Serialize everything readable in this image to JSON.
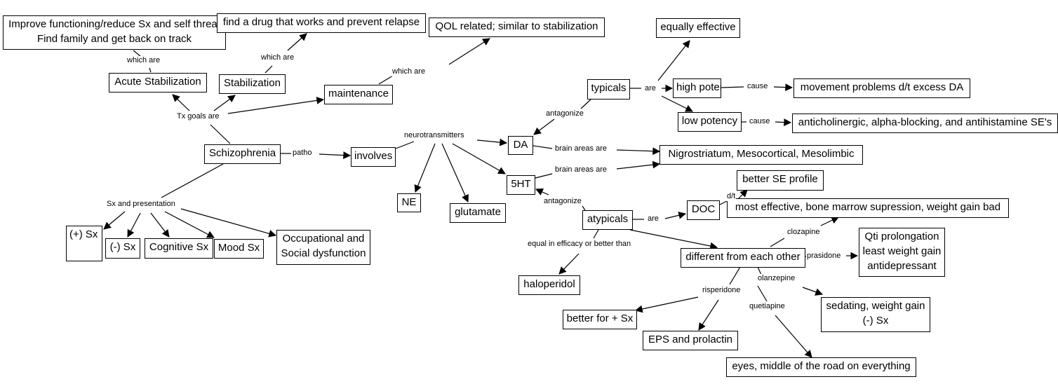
{
  "nodes": {
    "goals_acute": [
      "Improve functioning/reduce Sx and self threat",
      "Find family and get back on track"
    ],
    "goal_stab": "find a drug that works and prevent relapse",
    "goal_maint": "QOL related; similar to stabilization",
    "acute": "Acute Stabilization",
    "stabilization": "Stabilization",
    "maintenance": "maintenance",
    "schizophrenia": "Schizophrenia",
    "involves": "involves",
    "ne": "NE",
    "glutamate": "glutamate",
    "da": "DA",
    "ht": "5HT",
    "typicals": "typicals",
    "equally": "equally effective",
    "high": "high potency",
    "low": "low potency",
    "movement": "movement problems d/t excess DA",
    "anticholinergic": "anticholinergic, alpha-blocking, and antihistamine SE's",
    "nigro": "Nigrostriatum, Mesocortical, Mesolimbic",
    "better_se": "better SE profile",
    "doc": "DOC",
    "most_eff": "most effective, bone marrow supression, weight gain bad",
    "atypicals": "atypicals",
    "haloperidol": "haloperidol",
    "different": "different from each other",
    "qti": [
      "Qti prolongation",
      "least weight gain",
      "antidepressant"
    ],
    "sedating": [
      "sedating, weight gain",
      "(-) Sx"
    ],
    "better_pos": "better for + Sx",
    "eps": "EPS and prolactin",
    "eyes": "eyes, middle of the road on everything",
    "pos": "(+) Sx",
    "neg": "(-) Sx",
    "cog": "Cognitive Sx",
    "mood": "Mood Sx",
    "occ": [
      "Occupational and",
      "Social dysfunction"
    ]
  },
  "links": {
    "which_are_1": "which are",
    "which_are_2": "which are",
    "which_are_3": "which are",
    "tx_goals": "Tx goals are",
    "patho": "patho",
    "sx_pres": "Sx and presentation",
    "neuro": "neurotransmitters",
    "antag_da": "antagonize",
    "antag_ht": "antagonize",
    "brain_da": "brain areas are",
    "brain_ht": "brain areas are",
    "are_typ": "are",
    "cause_high": "cause",
    "cause_low": "cause",
    "are_atyp": "are",
    "dt": "d/t",
    "equal_eff": "equal in efficacy or better than",
    "clozapine": "clozapine",
    "prasidone": "prasidone",
    "olanzepine": "olanzepine",
    "risperidone": "risperidone",
    "quetiapine": "quetiapine"
  }
}
